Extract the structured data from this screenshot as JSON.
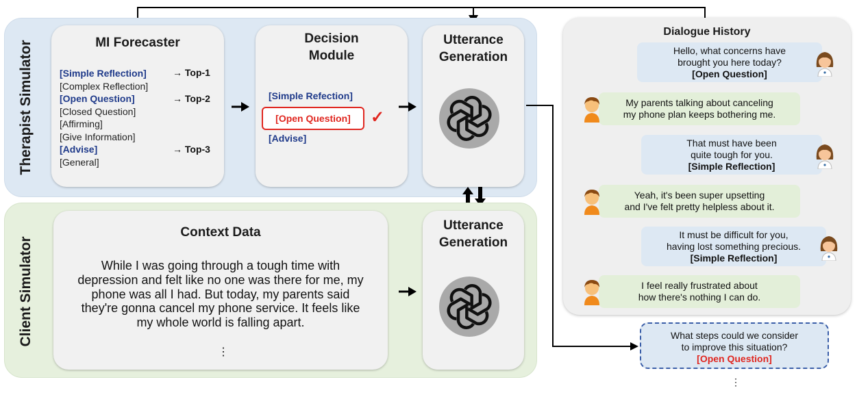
{
  "therapist": {
    "label": "Therapist Simulator",
    "forecaster": {
      "title": "MI Forecaster",
      "items": [
        {
          "text": "[Simple Reflection]",
          "highlight": true
        },
        {
          "text": "[Complex Reflection]",
          "highlight": false
        },
        {
          "text": "[Open Question]",
          "highlight": true
        },
        {
          "text": "[Closed Question]",
          "highlight": false
        },
        {
          "text": "[Affirming]",
          "highlight": false
        },
        {
          "text": "[Give Information]",
          "highlight": false
        },
        {
          "text": "[Advise]",
          "highlight": true
        },
        {
          "text": "[General]",
          "highlight": false
        }
      ],
      "top1": "Top-1",
      "top2": "Top-2",
      "top3": "Top-3"
    },
    "decision": {
      "title_line1": "Decision",
      "title_line2": "Module",
      "option1": "[Simple Refection]",
      "selected": "[Open Question]",
      "option3": "[Advise]",
      "check": "✓"
    },
    "utterance": {
      "title_line1": "Utterance",
      "title_line2": "Generation"
    }
  },
  "client": {
    "label": "Client Simulator",
    "context": {
      "title": "Context Data",
      "lines": [
        "While I was going through a tough time with",
        "depression and felt like no one was there for me, my",
        "phone was all I had. But today, my parents said",
        "they're gonna cancel my phone service. It feels like",
        "my whole world is falling apart."
      ],
      "ellipsis": "⋮"
    },
    "utterance": {
      "title_line1": "Utterance",
      "title_line2": "Generation"
    }
  },
  "dialogue": {
    "title": "Dialogue History",
    "turns": [
      {
        "speaker": "therapist",
        "lines": [
          "Hello, what concerns have",
          "brought you here today?"
        ],
        "tag": "[Open Question]"
      },
      {
        "speaker": "client",
        "lines": [
          "My parents talking about canceling",
          "my phone plan keeps bothering me."
        ],
        "tag": ""
      },
      {
        "speaker": "therapist",
        "lines": [
          "That must have been",
          "quite tough for you."
        ],
        "tag": "[Simple Reflection]"
      },
      {
        "speaker": "client",
        "lines": [
          "Yeah, it's been super upsetting",
          "and I've felt pretty helpless about it."
        ],
        "tag": ""
      },
      {
        "speaker": "therapist",
        "lines": [
          "It must be difficult for you,",
          "having lost something precious."
        ],
        "tag": "[Simple Reflection]"
      },
      {
        "speaker": "client",
        "lines": [
          "I feel really frustrated about",
          "how there's nothing I can do."
        ],
        "tag": ""
      }
    ],
    "next": {
      "lines": [
        "What steps could we consider",
        "to improve this situation?"
      ],
      "tag": "[Open Question]"
    },
    "ellipsis": "⋮"
  },
  "colors": {
    "therapist_bg": "#dde8f3",
    "client_bg": "#e6f0dd",
    "highlight_blue": "#1f3a8a",
    "selected_red": "#e0261f"
  }
}
